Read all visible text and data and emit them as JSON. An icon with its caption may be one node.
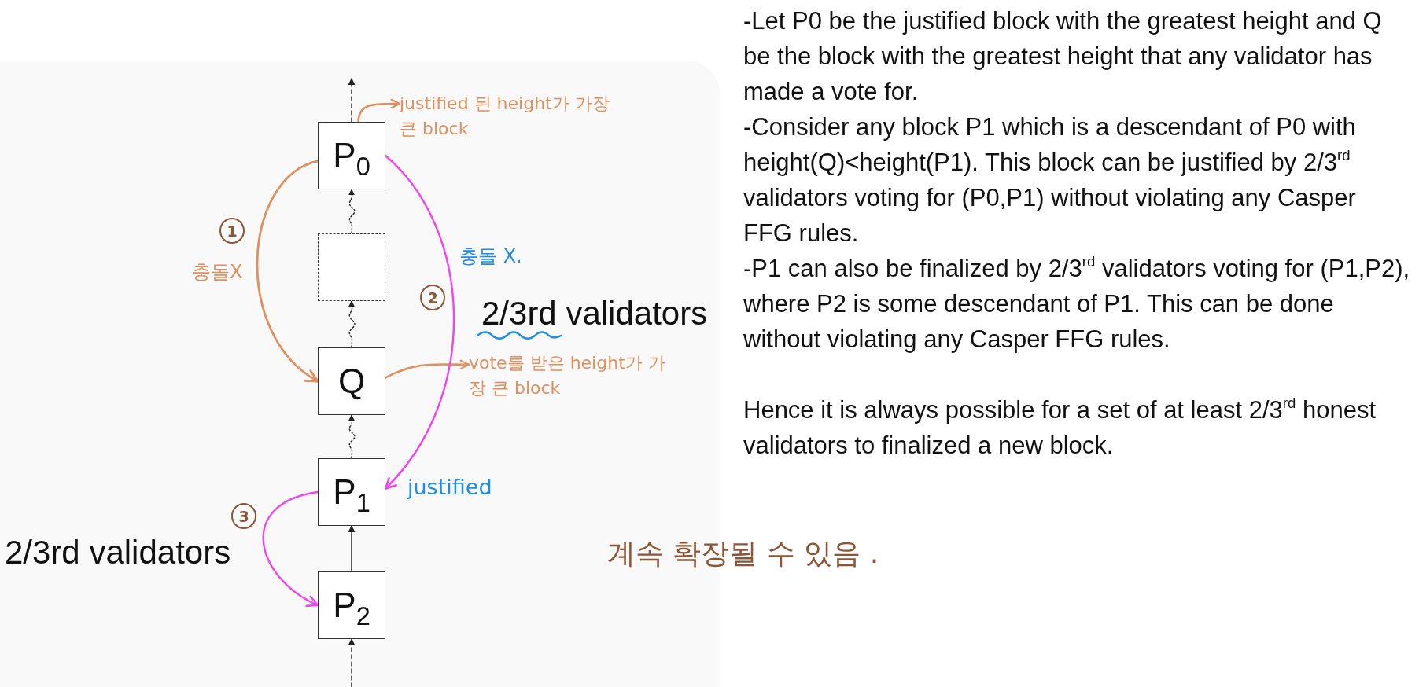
{
  "diagram": {
    "nodes": [
      {
        "text": [
          "P$_{0}$"
        ]
      },
      {
        "text": [
          "justified 된 height가 가장 큰 block"
        ]
      },
      {
        "text": [],
        "shape": "box"
      },
      {
        "text": [
          "Q"
        ]
      },
      {
        "text": [
          "vote를 받은 height가 가장 큰 block"
        ]
      },
      {
        "text": [
          "P$_{1}$"
        ],
        "beside": [
          "justified"
        ]
      },
      {
        "text": [
          "P$_{2}$"
        ]
      }
    ],
    "edges": [
      {
        "from": 0,
        "to": null,
        "arrow": "to",
        "style": "dashed"
      },
      {
        "from": 2,
        "to": 0,
        "arrow": "to",
        "style": "dashed"
      },
      {
        "from": 3,
        "to": 2,
        "arrow": "to",
        "style": "dashed"
      },
      {
        "from": 5,
        "to": 3,
        "arrow": "to",
        "style": "dashed"
      },
      {
        "from": 6,
        "to": 5,
        "arrow": "to"
      },
      {
        "from": null,
        "to": 6,
        "arrow": "to",
        "style": "dashed"
      },
      {
        "from": 0,
        "to": 1,
        "arrow": "to",
        "color": "#e0905e"
      },
      {
        "from": 3,
        "to": 4,
        "arrow": "to",
        "color": "#e0905e"
      },
      {
        "from": 0,
        "to": 3,
        "arrow": "to",
        "color": "#e0905e"
      },
      {
        "from": 0,
        "to": 5,
        "arrow": "to",
        "label": "2/3rd validators",
        "color": "#f044ee"
      },
      {
        "from": 5,
        "to": 6,
        "arrow": "to",
        "label": "2/3rd validators",
        "color": "#f044ee"
      }
    ],
    "labels": [
      "1",
      "충돌X",
      "충돌 X.",
      "2",
      "3",
      "계속 확장될 수 있음 .",
      "-Let P0 be the justified block with the greatest height and Q be the block with the greatest height that any validator has made a vote for.",
      "-Consider any block P1 which is a descendant of P0 with height(Q)<height(P1). This block can be justified by 2/3$^{rd}$ validators voting for (P0,P1) without violating any Casper FFG rules.",
      "-P1 can also be finalized by 2/3$^{rd}$ validators voting for (P1,P2), where P2 is some descendant of P1. This can be done without violating any Casper FFG rules.",
      "Hence it is always possible for a set of at least 2/3$^{rd}$ honest validators to finalized a new block."
    ]
  }
}
